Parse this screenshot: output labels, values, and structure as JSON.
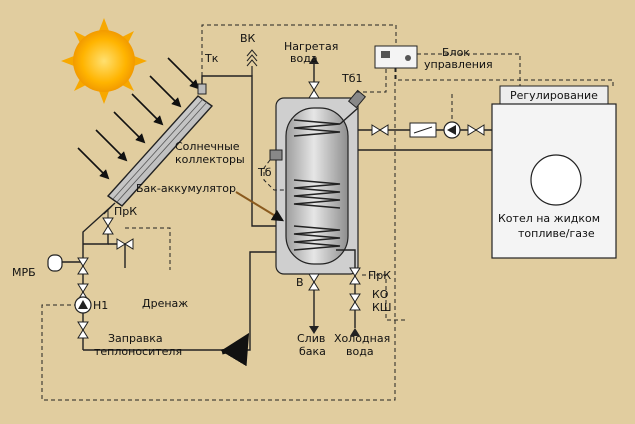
{
  "labels": {
    "vk": "ВК",
    "tk": "Тк",
    "heated_water_1": "Нагретая",
    "heated_water_2": "вода",
    "control_unit_1": "Блок",
    "control_unit_2": "управления",
    "tb1": "Тб1",
    "regulation": "Регулирование",
    "solar_collectors_1": "Солнечные",
    "solar_collectors_2": "коллекторы",
    "tb": "Тб",
    "tank": "Бак-аккумулятор",
    "prk_left": "ПрК",
    "mrb": "МРБ",
    "h1": "Н1",
    "drain": "Дренаж",
    "fill_1": "Заправка",
    "fill_2": "теплоносителя",
    "boiler_1": "Котел на жидком",
    "boiler_2": "топливе/газе",
    "b": "В",
    "prk_right": "ПрК",
    "ko": "КО",
    "ksh": "КШ",
    "tank_drain_1": "Слив",
    "tank_drain_2": "бака",
    "cold_water_1": "Холодная",
    "cold_water_2": "вода"
  },
  "colors": {
    "background": "#E1CD9F",
    "sun": "#FFB400",
    "tank": "#C9C9C9",
    "boiler": "#F2F2F2",
    "line": "#222222"
  },
  "icons": {
    "sun": "sun-icon",
    "pump": "pump-icon",
    "valve": "valve-icon",
    "vent": "air-vent-icon"
  }
}
